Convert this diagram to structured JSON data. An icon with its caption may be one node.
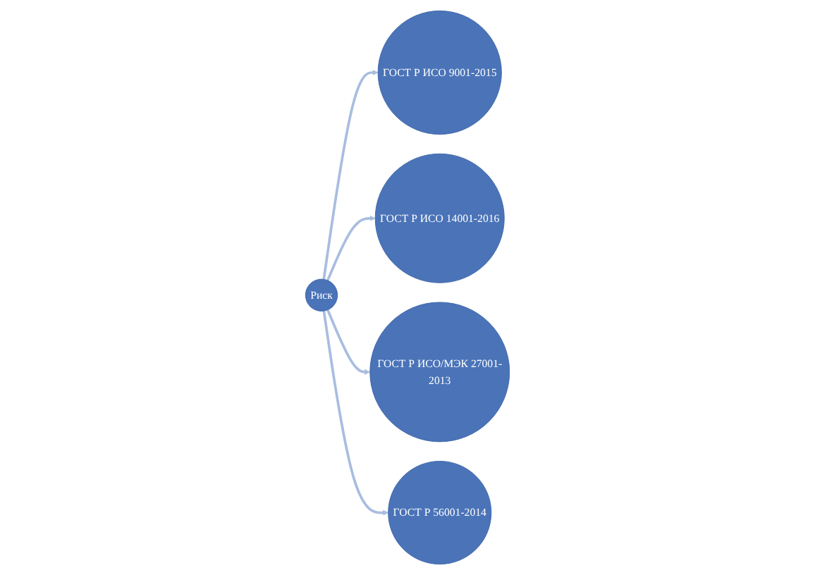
{
  "diagram": {
    "nodes": [
      {
        "text": [
          "Риск"
        ]
      },
      {
        "text": [
          "ГОСТ Р ИСО 9001-2015"
        ]
      },
      {
        "text": [
          "ГОСТ Р ИСО 14001-2016"
        ]
      },
      {
        "text": [
          "ГОСТ Р ИСО/МЭК 27001-2013"
        ]
      },
      {
        "text": [
          "ГОСТ Р 56001-2014"
        ]
      }
    ],
    "edges": [
      {
        "from": 0,
        "to": 1,
        "arrow": "to"
      },
      {
        "from": 0,
        "to": 2,
        "arrow": "to"
      },
      {
        "from": 0,
        "to": 3,
        "arrow": "to"
      },
      {
        "from": 0,
        "to": 4,
        "arrow": "to"
      }
    ]
  }
}
